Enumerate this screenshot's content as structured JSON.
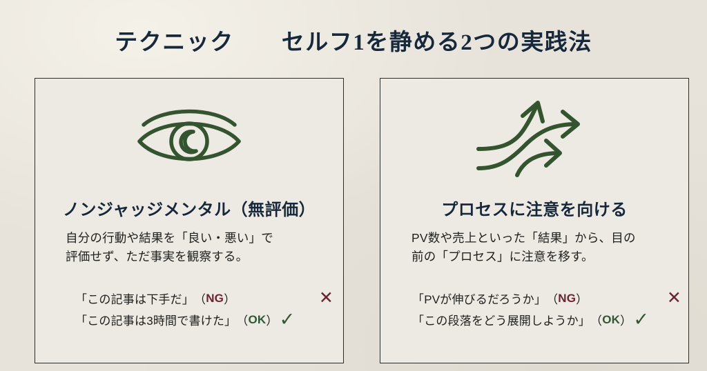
{
  "slide": {
    "title": "テクニック　　セルフ1を静める2つの実践法",
    "background_color": "#e7e3db",
    "title_color": "#17283b",
    "accent_green": "#2f5737",
    "accent_red": "#6d2230"
  },
  "cards": [
    {
      "icon": "eye-icon",
      "heading": "ノンジャッジメンタル（無評価）",
      "body_line1": "自分の行動や結果を「良い・悪い」で",
      "body_line2": "評価せず、ただ事実を観察する。",
      "examples": [
        {
          "quote": "「この記事は下手だ」",
          "paren_open": "（",
          "tag": "NG",
          "paren_close": "）",
          "mark": "✕"
        },
        {
          "quote": "「この記事は3時間で書けた」",
          "paren_open": "（",
          "tag": "OK",
          "paren_close": "）",
          "mark": "✓"
        }
      ]
    },
    {
      "icon": "arrows-icon",
      "heading": "プロセスに注意を向ける",
      "body_line1": "PV数や売上といった「結果」から、目の",
      "body_line2": "前の「プロセス」に注意を移す。",
      "examples": [
        {
          "quote": "「PVが伸びるだろうか」",
          "paren_open": "（",
          "tag": "NG",
          "paren_close": "）",
          "mark": "✕"
        },
        {
          "quote": "「この段落をどう展開しようか」",
          "paren_open": "（",
          "tag": "OK",
          "paren_close": "）",
          "mark": "✓"
        }
      ]
    }
  ]
}
